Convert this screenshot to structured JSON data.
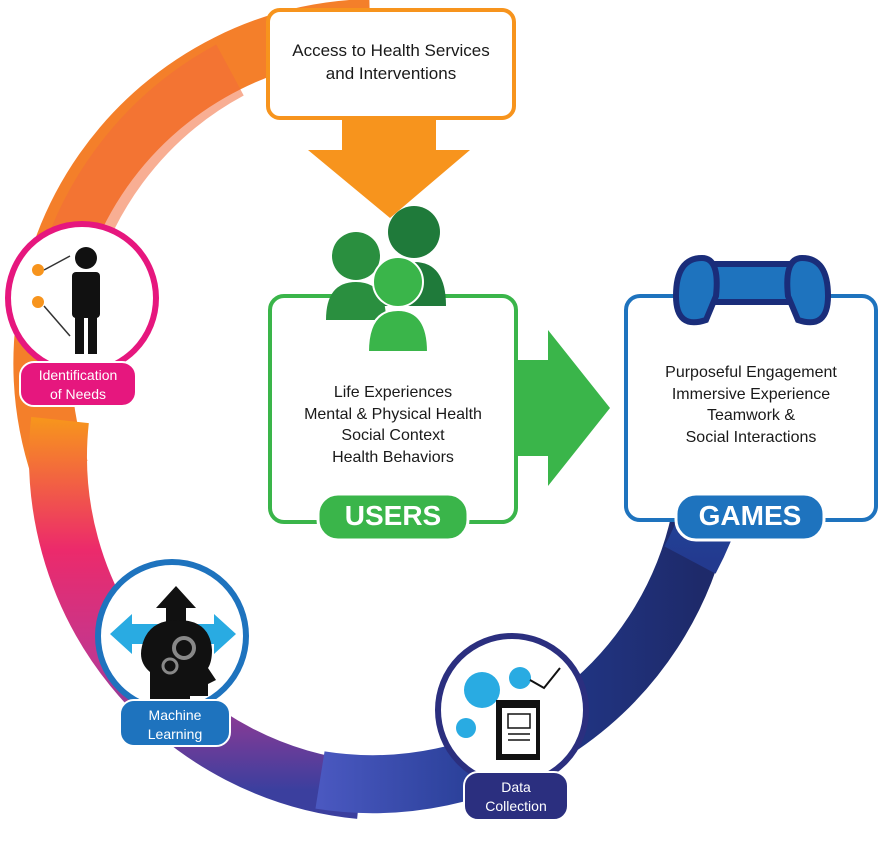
{
  "access_box": {
    "lines": [
      "Access to Health Services",
      "and Interventions"
    ]
  },
  "users_box": {
    "lines": [
      "Life Experiences",
      "Mental & Physical Health",
      "Social Context",
      "Health Behaviors"
    ],
    "badge": "USERS"
  },
  "games_box": {
    "lines": [
      "Purposeful Engagement",
      "Immersive Experience",
      "Teamwork &",
      "Social Interactions"
    ],
    "badge": "GAMES"
  },
  "cycle_nodes": {
    "identification": [
      "Identification",
      "of Needs"
    ],
    "machine_learning": [
      "Machine",
      "Learning"
    ],
    "data_collection": [
      "Data",
      "Collection"
    ]
  },
  "icons": [
    "person-icon",
    "users-group-icon",
    "gamepad-icon",
    "head-gears-icon",
    "data-dashboard-icon"
  ],
  "colors": {
    "orange": "#f7941d",
    "green": "#3ab54a",
    "blue": "#1e73be",
    "magenta": "#e6177e",
    "navy": "#2b2f7f"
  }
}
